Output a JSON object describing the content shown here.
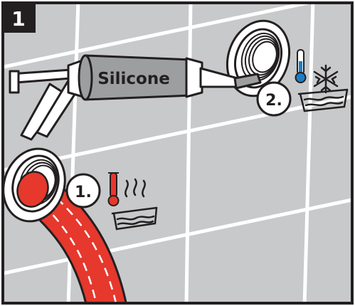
{
  "panel": {
    "step_number": "1",
    "tube_label": "Silicone",
    "callouts": [
      "1.",
      "2."
    ]
  },
  "colors": {
    "wall": "#c8c9ca",
    "grout": "#ffffff",
    "outline": "#231f20",
    "hose": "#e6382d",
    "tube_body": "#9d9e9f",
    "hot": "#e6382d",
    "cold": "#1c7dc2"
  },
  "icons": {
    "step_1": [
      "thermometer-hot-icon",
      "hot-water-basin-icon"
    ],
    "step_2": [
      "thermometer-cold-icon",
      "snowflake-icon",
      "cold-water-basin-icon"
    ]
  }
}
